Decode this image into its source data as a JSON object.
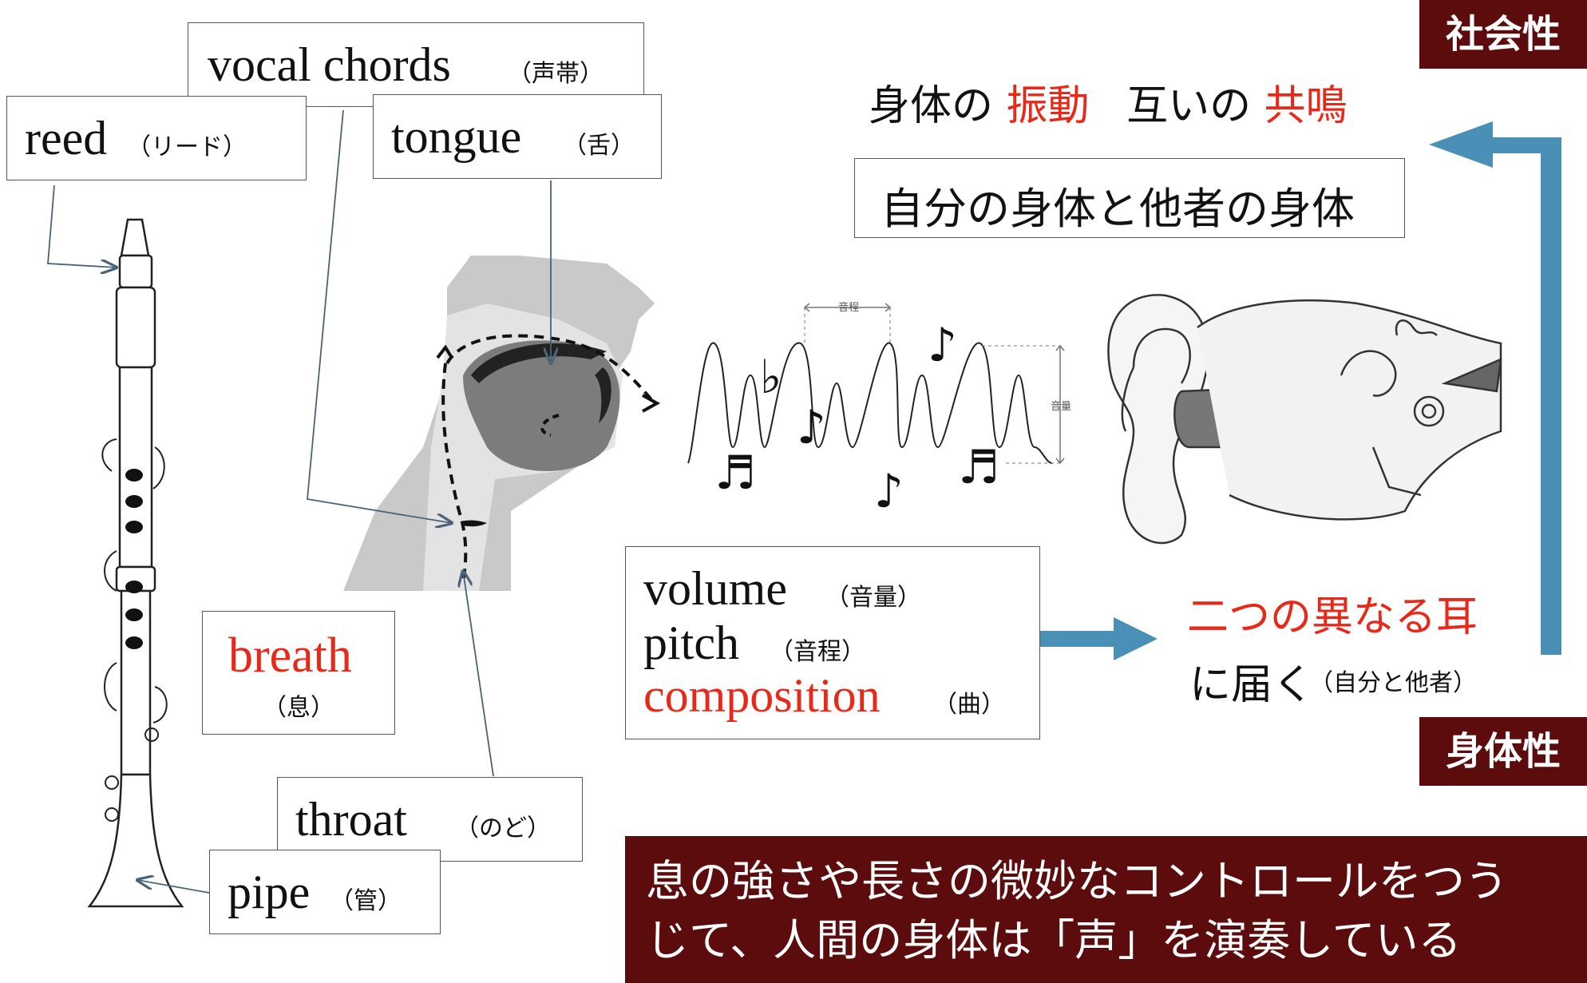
{
  "labels": {
    "vocal_chords": {
      "en": "vocal chords",
      "jp": "（声帯）"
    },
    "reed": {
      "en": "reed",
      "jp": "（リード）"
    },
    "tongue": {
      "en": "tongue",
      "jp": "（舌）"
    },
    "breath": {
      "en": "breath",
      "jp": "（息）"
    },
    "throat": {
      "en": "throat",
      "jp": "（のど）"
    },
    "pipe": {
      "en": "pipe",
      "jp": "（管）"
    }
  },
  "sound": {
    "volume": {
      "en": "volume",
      "jp": "（音量）"
    },
    "pitch": {
      "en": "pitch",
      "jp": "（音程）"
    },
    "composition": {
      "en": "composition",
      "jp": "（曲）"
    },
    "wave_pitch_label": "音程",
    "wave_volume_label": "音量"
  },
  "right": {
    "line1_a": "身体の",
    "line1_b": "振動",
    "line1_c": "互いの",
    "line1_d": "共鳴",
    "box_text": "自分の身体と他者の身体",
    "ears_red": "二つの異なる耳",
    "ears_line": "に届く",
    "ears_note": "（自分と他者）",
    "tag_social": "社会性",
    "tag_body": "身体性"
  },
  "footer": {
    "line1": "息の強さや長さの微妙なコントロールをつう",
    "line2": "じて、人間の身体は「声」を演奏している"
  },
  "colors": {
    "accent_red": "#e8291a",
    "arrow_blue": "#4a8fb5",
    "banner": "#5c0c0c"
  }
}
